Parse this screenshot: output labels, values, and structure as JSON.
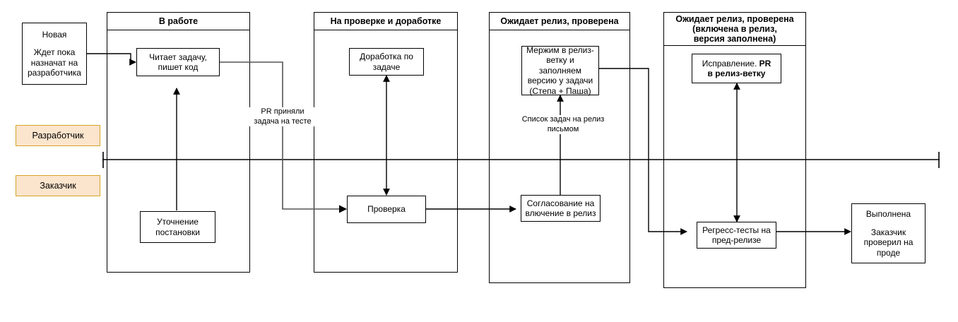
{
  "diagram": {
    "title": "Task workflow swimlane diagram",
    "roles": [
      {
        "id": "developer",
        "label": "Разработчик"
      },
      {
        "id": "customer",
        "label": "Заказчик"
      }
    ],
    "columns": [
      {
        "id": "in-progress",
        "header": "В работе"
      },
      {
        "id": "in-review-and-rework",
        "header": "На проверке и доработке"
      },
      {
        "id": "awaiting-release-checked",
        "header": "Ожидает релиз, проверена"
      },
      {
        "id": "awaiting-release-included",
        "header": "Ожидает релиз, проверена\n(включена в релиз,\nверсия заполнена)"
      }
    ],
    "nodes": [
      {
        "id": "new",
        "title": "Новая",
        "body": "Ждет пока\nназначат на\nразработчика"
      },
      {
        "id": "reads-task-writes-code",
        "body": "Читает задачу,\nпишет код"
      },
      {
        "id": "clarify-requirements",
        "body": "Уточнение\nпостановки"
      },
      {
        "id": "rework-on-task",
        "body": "Доработка по\nзадаче"
      },
      {
        "id": "verification",
        "body": "Проверка"
      },
      {
        "id": "merge-to-release-branch",
        "body": "Мержим в релиз-\nветку и заполняем\nверсию у задачи\n(Степа + Паша)"
      },
      {
        "id": "approve-inclusion-in-release",
        "body": "Согласование на\nвлючение в релиз"
      },
      {
        "id": "fix-pr-to-release-branch",
        "body_prefix": "Исправление. ",
        "body_bold": "PR\nв релиз-ветку"
      },
      {
        "id": "regression-tests-pre-release",
        "body": "Регресс-тесты на\nпред-релизе"
      },
      {
        "id": "done",
        "title": "Выполнена",
        "body": "Заказчик\nпроверил на\nпроде"
      }
    ],
    "edge_labels": [
      {
        "id": "pr-accepted",
        "text": "PR приняли\nзадача на тесте"
      },
      {
        "id": "release-task-list",
        "text": "Список задач на релиз\nписьмом"
      }
    ],
    "colors": {
      "role_fill": "#FCE5CD",
      "role_border": "#D6A429",
      "line": "#000000",
      "muted_line": "#666666",
      "background": "#FFFFFF"
    }
  }
}
